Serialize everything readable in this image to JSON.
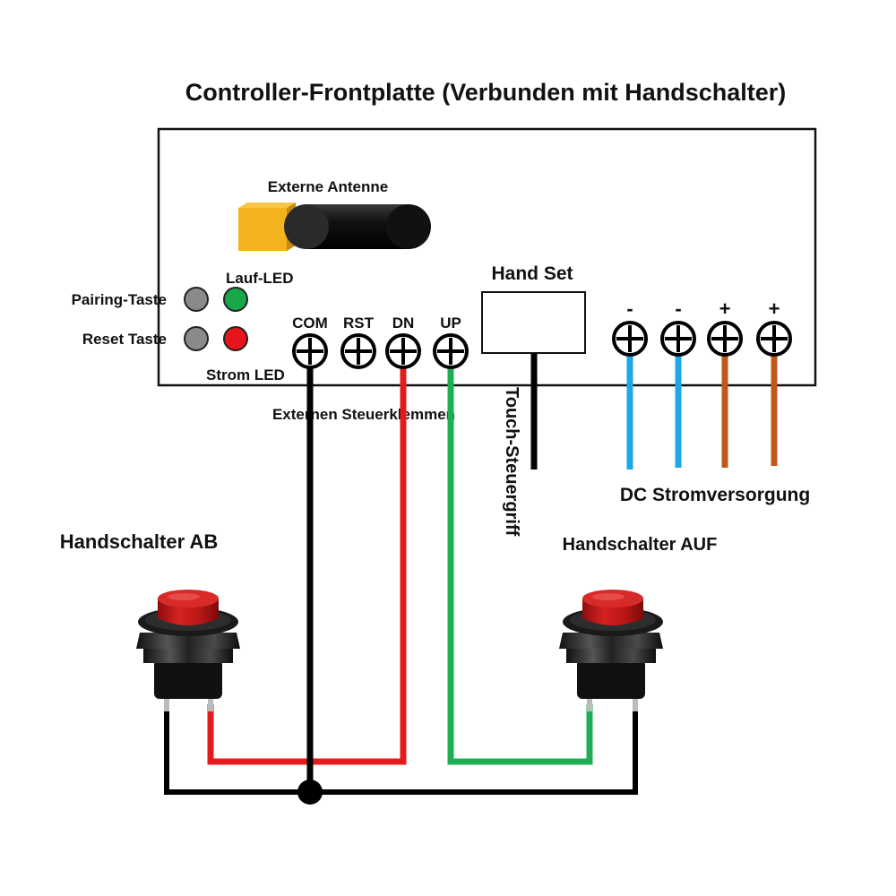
{
  "title": "Controller-Frontplatte (Verbunden mit Handschalter)",
  "labels": {
    "antenna": "Externe Antenne",
    "run_led": "Lauf-LED",
    "pairing_button": "Pairing-Taste",
    "reset_button": "Reset Taste",
    "power_led": "Strom LED",
    "hand_set": "Hand Set",
    "external_terminals": "Externen Steuerklemmen",
    "touch_handle": "Touch-Steuergriff",
    "dc_power": "DC Stromversorgung",
    "switch_down": "Handschalter AB",
    "switch_up": "Handschalter AUF"
  },
  "terminals": {
    "com": "COM",
    "rst": "RST",
    "dn": "DN",
    "up": "UP"
  },
  "power_terminals": [
    "-",
    "-",
    "+",
    "+"
  ],
  "colors": {
    "wire_com": "#000000",
    "wire_dn": "#e31b1b",
    "wire_up": "#1fae55",
    "wire_negative": "#1ea7e8",
    "wire_positive": "#c0581a",
    "led_run": "#18a84a",
    "led_power": "#e8141c",
    "button_gray": "#8a8a8a",
    "antenna_base": "#f3b31c",
    "switch_cap": "#c81a1a"
  },
  "icons": {
    "terminal": "screw-terminal-icon",
    "antenna": "antenna-icon",
    "switch": "push-button-switch-icon"
  }
}
